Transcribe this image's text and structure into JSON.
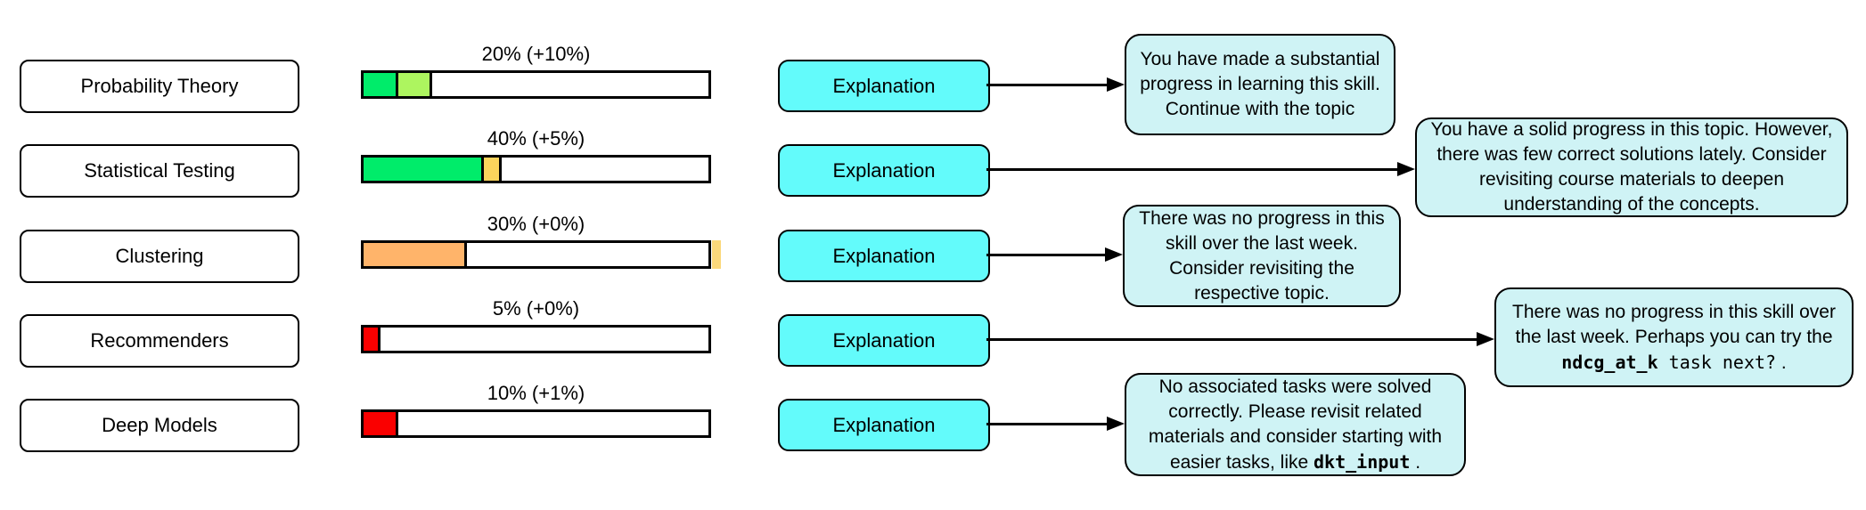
{
  "colors": {
    "green": "#00EC6A",
    "light_green": "#ADF55F",
    "gold": "#FBD45C",
    "orange": "#FFB46A",
    "pale_gold": "#FBD87B",
    "red": "#FA0000",
    "button_bg": "#63FBFB",
    "note_bg": "#CFF3F5",
    "border": "#000000"
  },
  "rows": [
    {
      "skill": "Probability Theory",
      "progress_label": "20% (+10%)",
      "button_label": "Explanation",
      "bar": {
        "segments": [
          {
            "color": "green",
            "percent": 10
          },
          {
            "color": "light_green",
            "percent": 10
          }
        ]
      },
      "note": {
        "parts": [
          {
            "text": "You have made a substantial progress in learning this skill. Continue with the topic",
            "style": "normal"
          }
        ]
      }
    },
    {
      "skill": "Statistical Testing",
      "progress_label": "40% (+5%)",
      "button_label": "Explanation",
      "bar": {
        "segments": [
          {
            "color": "green",
            "percent": 35
          },
          {
            "color": "gold",
            "percent": 5
          }
        ]
      },
      "note": {
        "parts": [
          {
            "text": "You have a solid progress in this topic. However, there was few correct solutions lately. Consider revisiting course materials to deepen understanding of the concepts.",
            "style": "normal"
          }
        ]
      }
    },
    {
      "skill": "Clustering",
      "progress_label": "30% (+0%)",
      "button_label": "Explanation",
      "bar": {
        "segments": [
          {
            "color": "orange",
            "percent": 30
          }
        ],
        "overflow_sliver": {
          "color": "pale_gold"
        }
      },
      "note": {
        "parts": [
          {
            "text": "There was no progress in this skill over the last week. Consider revisiting the respective topic.",
            "style": "normal"
          }
        ]
      }
    },
    {
      "skill": "Recommenders",
      "progress_label": "5% (+0%)",
      "button_label": "Explanation",
      "bar": {
        "segments": [
          {
            "color": "red",
            "percent": 5
          }
        ]
      },
      "note": {
        "parts": [
          {
            "text": "There was no progress in this skill over the last week. Perhaps you can try the ",
            "style": "normal"
          },
          {
            "text": "ndcg_at_k",
            "style": "code_bold"
          },
          {
            "text": " task next?",
            "style": "code"
          },
          {
            "text": " .",
            "style": "normal"
          }
        ]
      }
    },
    {
      "skill": "Deep Models",
      "progress_label": "10% (+1%)",
      "button_label": "Explanation",
      "bar": {
        "segments": [
          {
            "color": "red",
            "percent": 10
          }
        ]
      },
      "note": {
        "parts": [
          {
            "text": "No associated tasks were solved correctly. Please revisit related materials and consider starting with easier tasks, like ",
            "style": "normal"
          },
          {
            "text": "dkt_input",
            "style": "code_bold"
          },
          {
            "text": " .",
            "style": "normal"
          }
        ]
      }
    }
  ]
}
